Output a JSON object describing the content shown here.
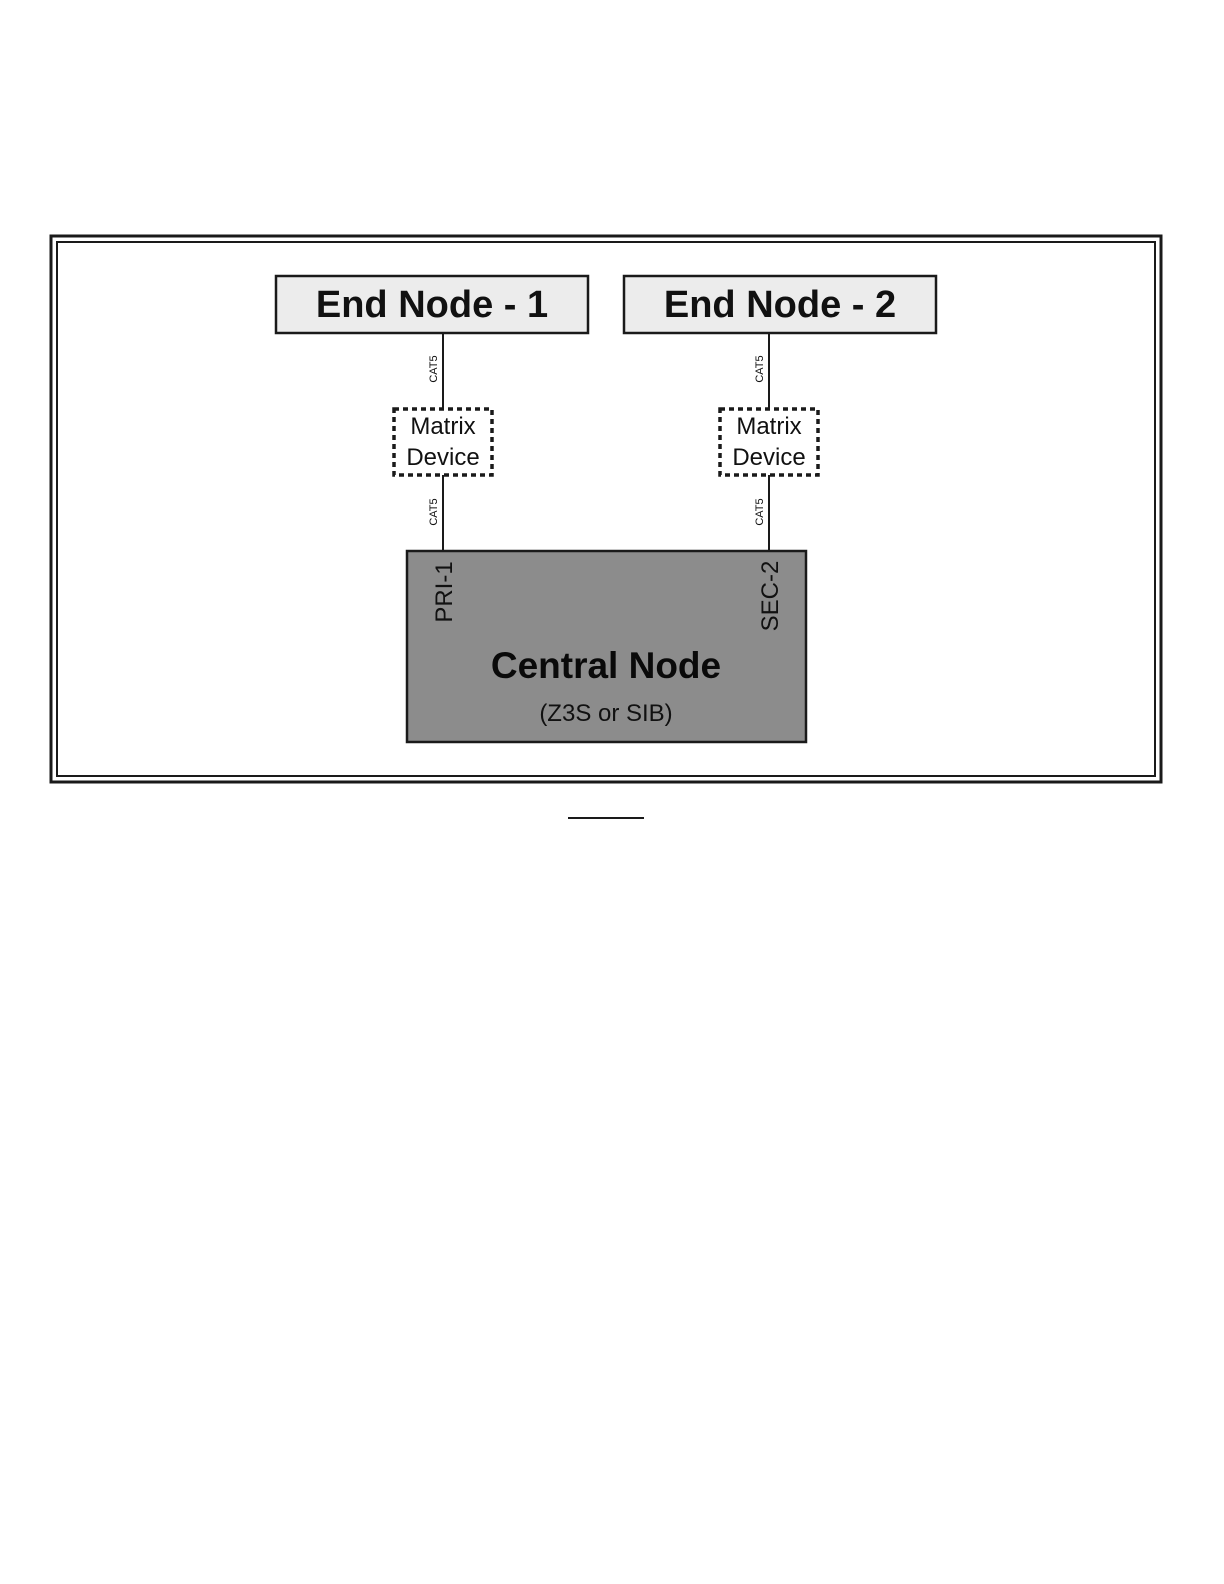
{
  "end_nodes": [
    {
      "label": "End Node - 1"
    },
    {
      "label": "End Node - 2"
    }
  ],
  "matrix_devices": [
    {
      "line1": "Matrix",
      "line2": "Device"
    },
    {
      "line1": "Matrix",
      "line2": "Device"
    }
  ],
  "cables": {
    "upper_left": "CAT5",
    "lower_left": "CAT5",
    "upper_right": "CAT5",
    "lower_right": "CAT5"
  },
  "central_node": {
    "title": "Central Node",
    "subtitle": "(Z3S or SIB)",
    "port_primary": "PRI-1",
    "port_secondary": "SEC-2"
  },
  "colors": {
    "end_node_fill": "#ececec",
    "central_node_fill": "#8c8c8c",
    "stroke": "#1a1a1a"
  }
}
